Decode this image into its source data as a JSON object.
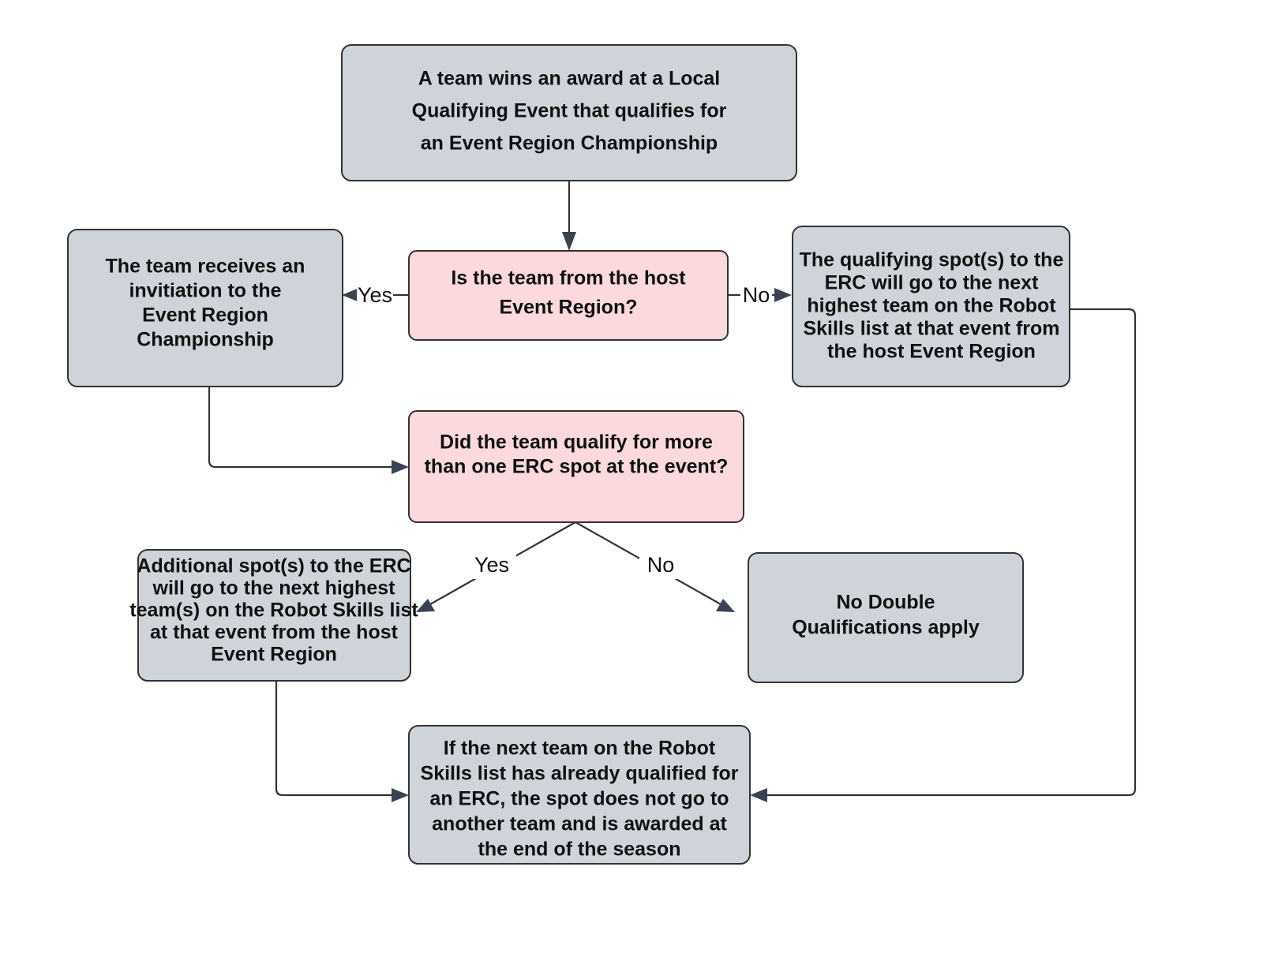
{
  "diagram": {
    "title": "Event Region Championship Qualification Flowchart",
    "colors": {
      "process_fill": "#ced4da",
      "decision_fill": "#fbd9dd",
      "border": "#333333",
      "edge": "#333333",
      "text": "#111111",
      "background": "#ffffff"
    },
    "nodes": {
      "start": {
        "kind": "process",
        "lines": [
          "A team wins an award at a Local",
          "Qualifying Event that qualifies for",
          "an Event Region Championship"
        ]
      },
      "decision_host_region": {
        "kind": "decision",
        "lines": [
          "Is the team from the host",
          "Event Region?"
        ]
      },
      "invitation": {
        "kind": "process",
        "lines": [
          "The team receives an",
          "invitiation to the",
          "Event Region",
          "Championship"
        ]
      },
      "next_highest_team": {
        "kind": "process",
        "lines": [
          "The qualifying spot(s) to the",
          "ERC will go to the next",
          "highest team on the Robot",
          "Skills list at that event from",
          "the host Event Region"
        ]
      },
      "decision_more_than_one": {
        "kind": "decision",
        "lines": [
          "Did the team qualify for more",
          "than one ERC spot at the event?"
        ]
      },
      "additional_spots": {
        "kind": "process",
        "lines": [
          "Additional spot(s) to the ERC",
          "will go to the next highest",
          "team(s) on the Robot Skills list",
          "at that event from the host",
          "Event Region"
        ]
      },
      "no_double_qual": {
        "kind": "process",
        "lines": [
          "No Double",
          "Qualifications apply"
        ]
      },
      "already_qualified": {
        "kind": "process",
        "lines": [
          "If the next team on the Robot",
          "Skills list has already qualified for",
          "an ERC, the spot does not go to",
          "another team and is awarded at",
          "the end of the season"
        ]
      }
    },
    "edge_labels": {
      "host_yes": "Yes",
      "host_no": "No",
      "more_yes": "Yes",
      "more_no": "No"
    }
  }
}
